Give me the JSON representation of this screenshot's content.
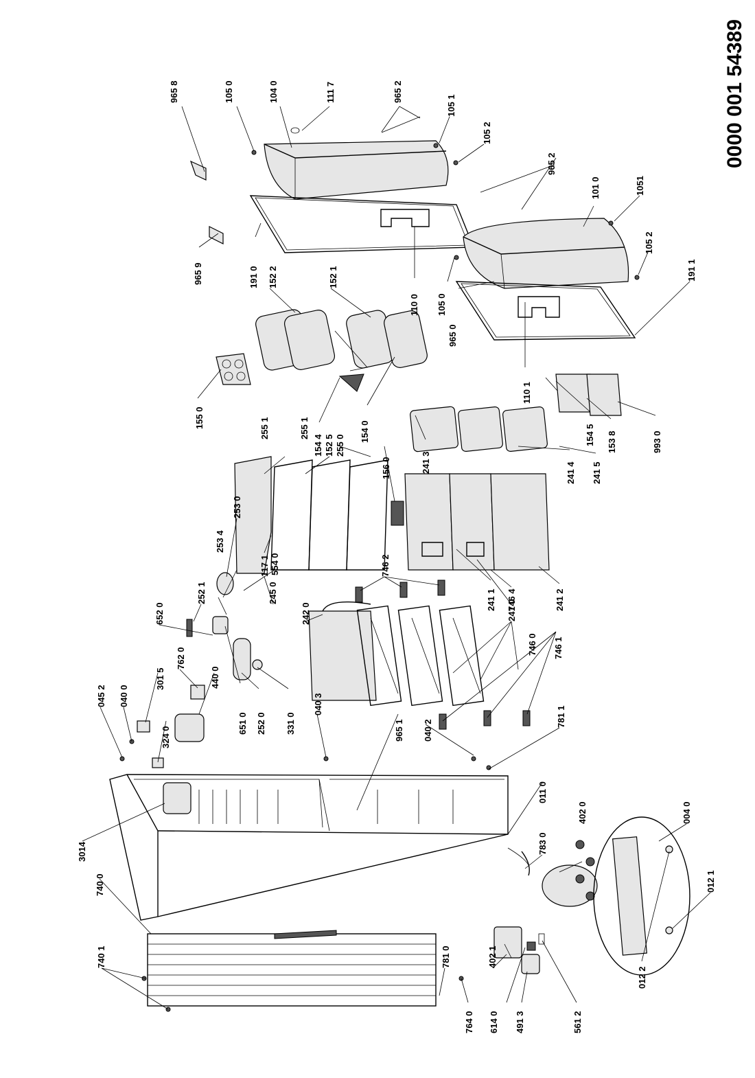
{
  "document_number": "0000 001 54389",
  "labels": [
    "965 8",
    "105 0",
    "104 0",
    "111 7",
    "965 2",
    "105 1",
    "105 2",
    "965 2",
    "101 0",
    "1051",
    "105 2",
    "191 1",
    "965 9",
    "191 0",
    "152 2",
    "152 1",
    "110 0",
    "105 0",
    "965 0",
    "110 1",
    "155 0",
    "154 4",
    "152 5",
    "255 0",
    "154 0",
    "255 1",
    "255 1",
    "156 0",
    "241 3",
    "154 5",
    "153 8",
    "993 0",
    "241 4",
    "241 5",
    "253 0",
    "253 4",
    "117 1",
    "554 0",
    "245 0",
    "746 2",
    "241 1",
    "746 4",
    "241 0",
    "241 2",
    "252 1",
    "652 0",
    "242 0",
    "746 0",
    "746 1",
    "762 0",
    "301 5",
    "440 0",
    "651 0",
    "252 0",
    "331 0",
    "045 2",
    "040 0",
    "324 0",
    "040 3",
    "965 1",
    "040 2",
    "781 1",
    "011 0",
    "3014",
    "740 0",
    "402 0",
    "004 0",
    "783 0",
    "012 1",
    "740 1",
    "781 0",
    "402 1",
    "012 2",
    "764 0",
    "614 0",
    "491 3",
    "561 2"
  ]
}
